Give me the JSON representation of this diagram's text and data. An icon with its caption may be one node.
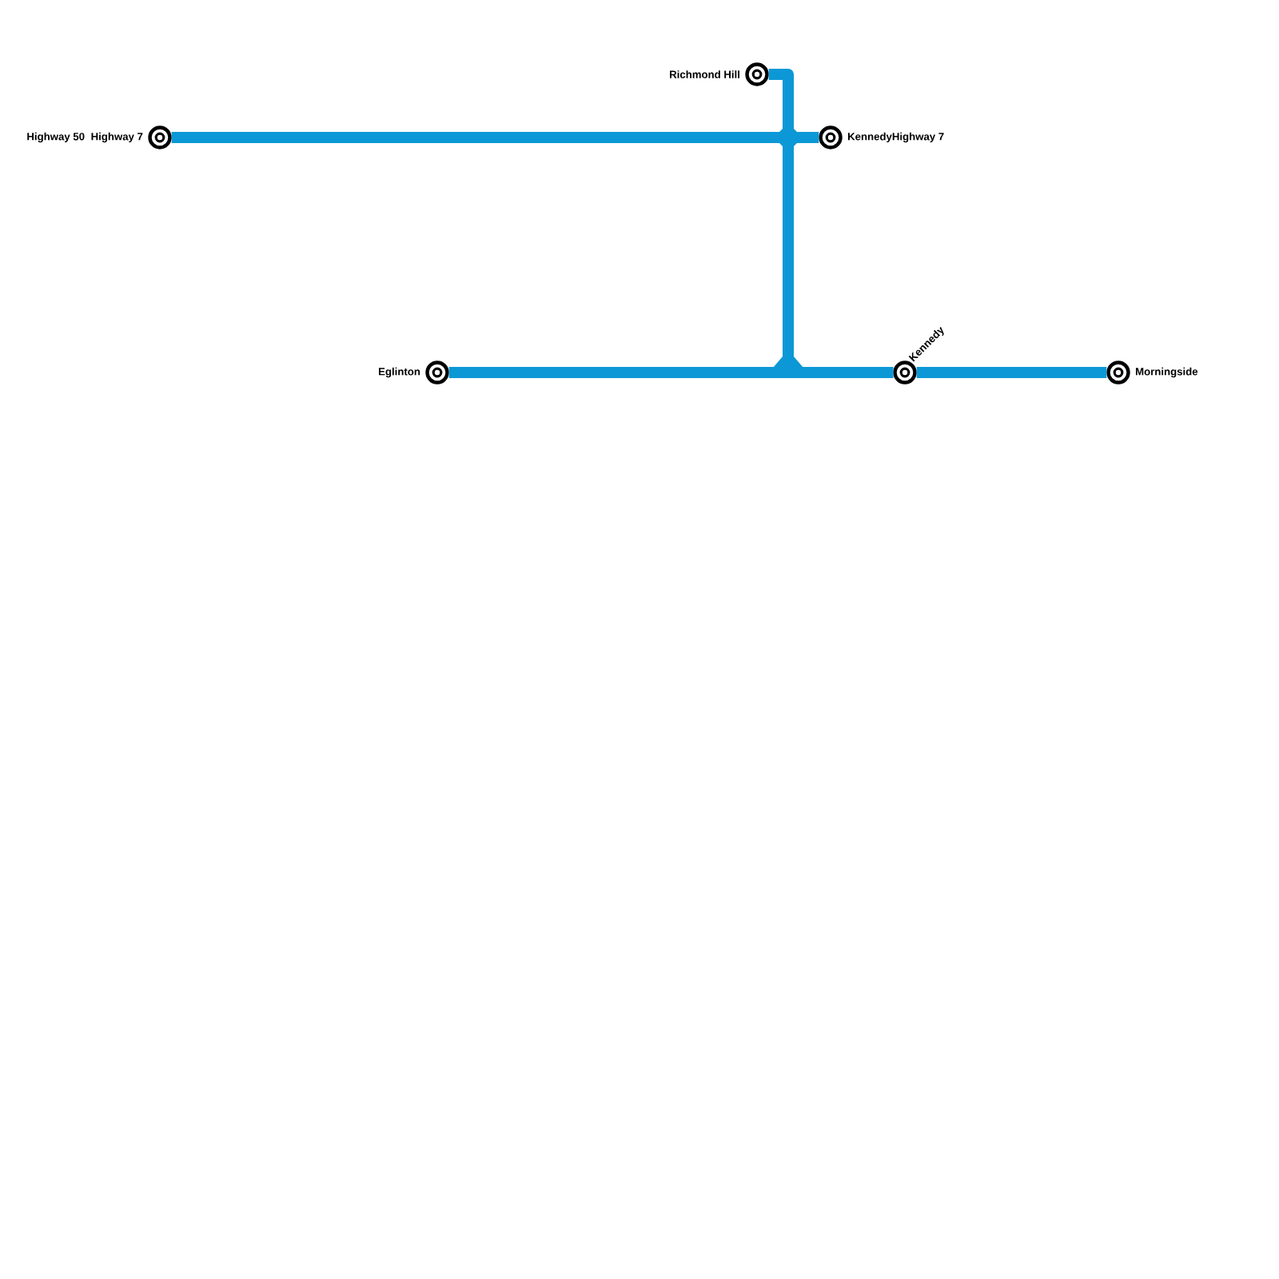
{
  "diagram": {
    "nodes": [
      {
        "text": [
          "Highway 7"
        ]
      },
      {
        "text": [
          "Richmond Hill"
        ]
      },
      {
        "text": [
          "KennedyHighway 7"
        ]
      },
      {
        "text": [
          "Eglinton"
        ]
      },
      {
        "text": [
          "Kennedy"
        ]
      },
      {
        "text": [
          "Morningside"
        ]
      }
    ],
    "edges": [
      {
        "from": 0,
        "to": 2,
        "arrow": "none"
      },
      {
        "from": 1,
        "to": 4,
        "arrow": "none"
      },
      {
        "from": 3,
        "to": 4,
        "arrow": "none"
      },
      {
        "from": 4,
        "to": 5,
        "arrow": "none"
      }
    ],
    "labels": [
      "Highway 50"
    ]
  }
}
